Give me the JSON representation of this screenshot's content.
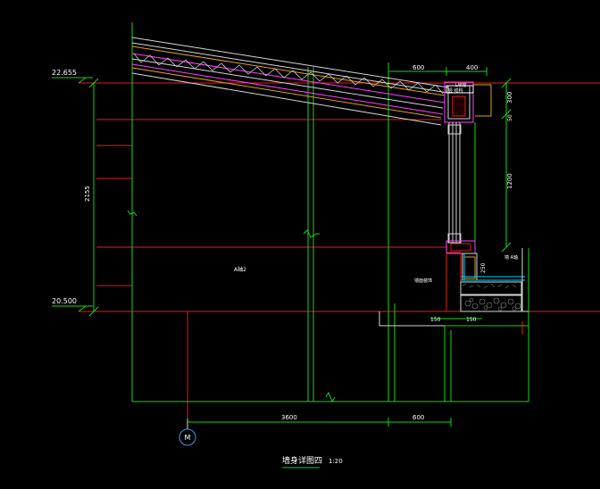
{
  "drawing": {
    "title": "墙身详图四",
    "scale": "1:20",
    "grid_bubble": "M",
    "elevations": {
      "top": "22.655",
      "bottom": "20.500"
    },
    "dims": {
      "left_vertical": "2155",
      "bottom_left": "3600",
      "bottom_right": "600",
      "top_left": "600",
      "top_right": "400",
      "right_upper": "300",
      "right_upper_small": "50",
      "right_middle": "1200",
      "small_left": "150",
      "small_right": "150"
    },
    "labels": {
      "room": "A轴2",
      "top_callout": "L坡度",
      "top_callout2": "竖 结构",
      "right_callout": "墙 A轴",
      "mid_callout": "墙面装饰",
      "gap_label": "250"
    }
  }
}
